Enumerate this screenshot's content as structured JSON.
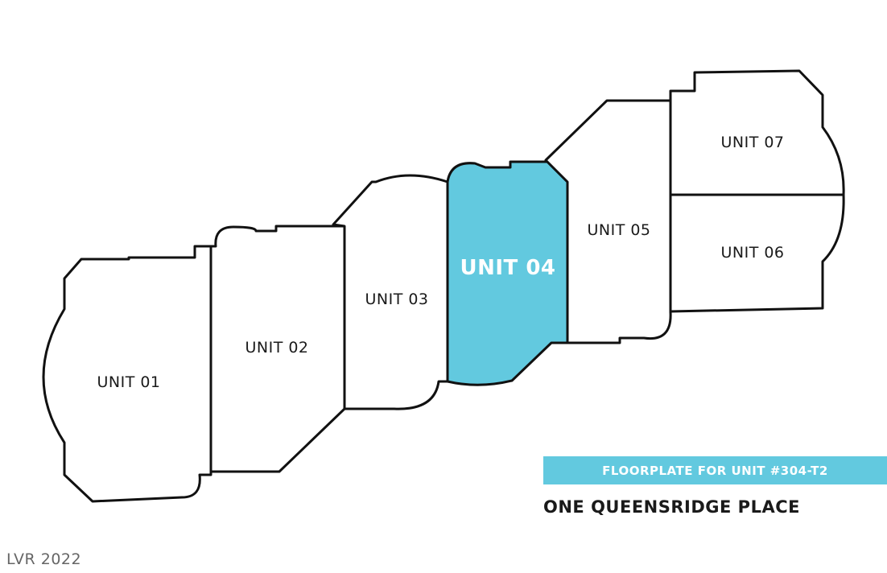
{
  "plan": {
    "highlight_color": "#62c9df",
    "units": [
      {
        "id": "unit-01",
        "label": "UNIT 01",
        "highlighted": false
      },
      {
        "id": "unit-02",
        "label": "UNIT 02",
        "highlighted": false
      },
      {
        "id": "unit-03",
        "label": "UNIT 03",
        "highlighted": false
      },
      {
        "id": "unit-04",
        "label": "UNIT 04",
        "highlighted": true
      },
      {
        "id": "unit-05",
        "label": "UNIT 05",
        "highlighted": false
      },
      {
        "id": "unit-06",
        "label": "UNIT 06",
        "highlighted": false
      },
      {
        "id": "unit-07",
        "label": "UNIT 07",
        "highlighted": false
      }
    ]
  },
  "banner": {
    "text": "FLOORPLATE FOR UNIT #304-T2"
  },
  "building": {
    "name": "ONE QUEENSRIDGE PLACE"
  },
  "watermark": {
    "text": "LVR 2022"
  }
}
